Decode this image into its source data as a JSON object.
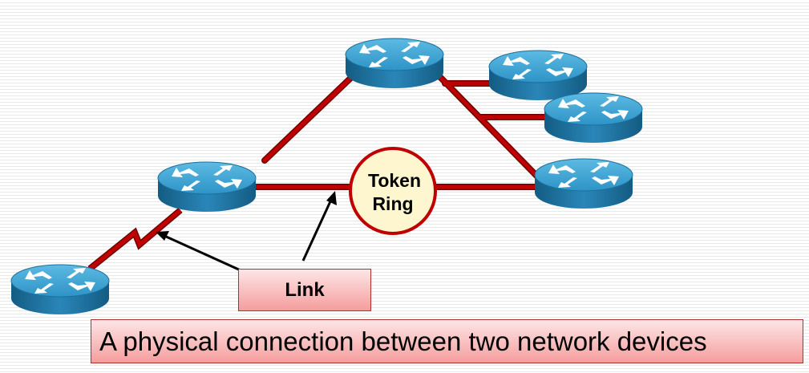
{
  "diagram": {
    "ring_label_line1": "Token",
    "ring_label_line2": "Ring",
    "link_label": "Link",
    "caption": "A physical connection between two network devices",
    "colors": {
      "link": "#c00000",
      "router_top": "#3aa3d2",
      "router_body": "#1a6f9c",
      "ring_fill": "#fdf6cf",
      "ring_border": "#c00000",
      "callout_fill": "#f7b3b3"
    },
    "icons": [
      "router-icon",
      "token-ring-icon",
      "serial-link-icon",
      "arrow-icon"
    ]
  }
}
